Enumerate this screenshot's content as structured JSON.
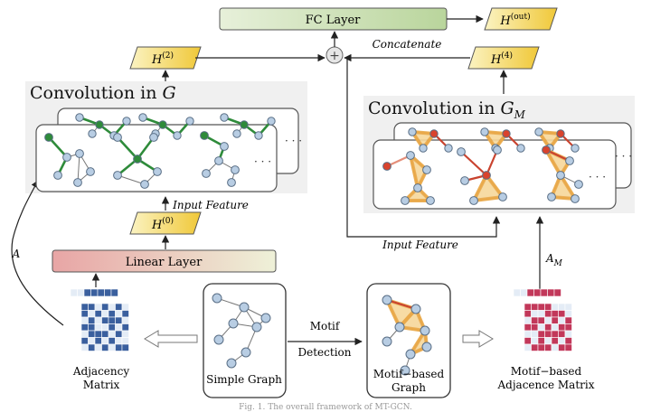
{
  "fc_layer": {
    "label": "FC Layer"
  },
  "h_out": {
    "base": "H",
    "sup": "(out)"
  },
  "h2": {
    "base": "H",
    "sup": "(2)"
  },
  "h4": {
    "base": "H",
    "sup": "(4)"
  },
  "h0": {
    "base": "H",
    "sup": "(0)"
  },
  "concat_label": "Concatenate",
  "conv_g": {
    "prefix": "Convolution in ",
    "var": "G",
    "sub": ""
  },
  "conv_gm": {
    "prefix": "Convolution in ",
    "var": "G",
    "sub": "M"
  },
  "input_feature_left": "Input Feature",
  "input_feature_right": "Input Feature",
  "linear_layer": {
    "label": "Linear Layer"
  },
  "edge_a": "A",
  "edge_am": {
    "base": "A",
    "sub": "M"
  },
  "motif_detection": {
    "line1": "Motif",
    "line2": "Detection"
  },
  "simple_graph": {
    "label": "Simple Graph"
  },
  "motif_graph": {
    "line1": "Motif−based",
    "line2": "Graph"
  },
  "adjacency": {
    "line1": "Adjacency",
    "line2": "Matrix"
  },
  "motif_adjacency": {
    "line1": "Motif−based",
    "line2": "Adjacence Matrix"
  },
  "caption": "Fig. 1. The overall framework of MT-GCN.",
  "ellipsis": "· · ·",
  "colors": {
    "node": "#b8cde3",
    "node_stroke": "#5a6f86",
    "green": "#2e8b3a",
    "edge_gray": "#777777",
    "orange": "#e9a94a",
    "orange_fill": "#f7d89b",
    "red": "#c9432f",
    "red_node": "#d9432d",
    "matrix_blue": "#3a5f9e",
    "matrix_pink": "#c2385a",
    "fc_grad_a": "#e7f0da",
    "fc_grad_b": "#b9d59c",
    "lin_grad_a": "#e8a5a5",
    "lin_grad_b": "#eef1d8",
    "h_grad_a": "#fbf3c2",
    "h_grad_b": "#f0c838"
  }
}
